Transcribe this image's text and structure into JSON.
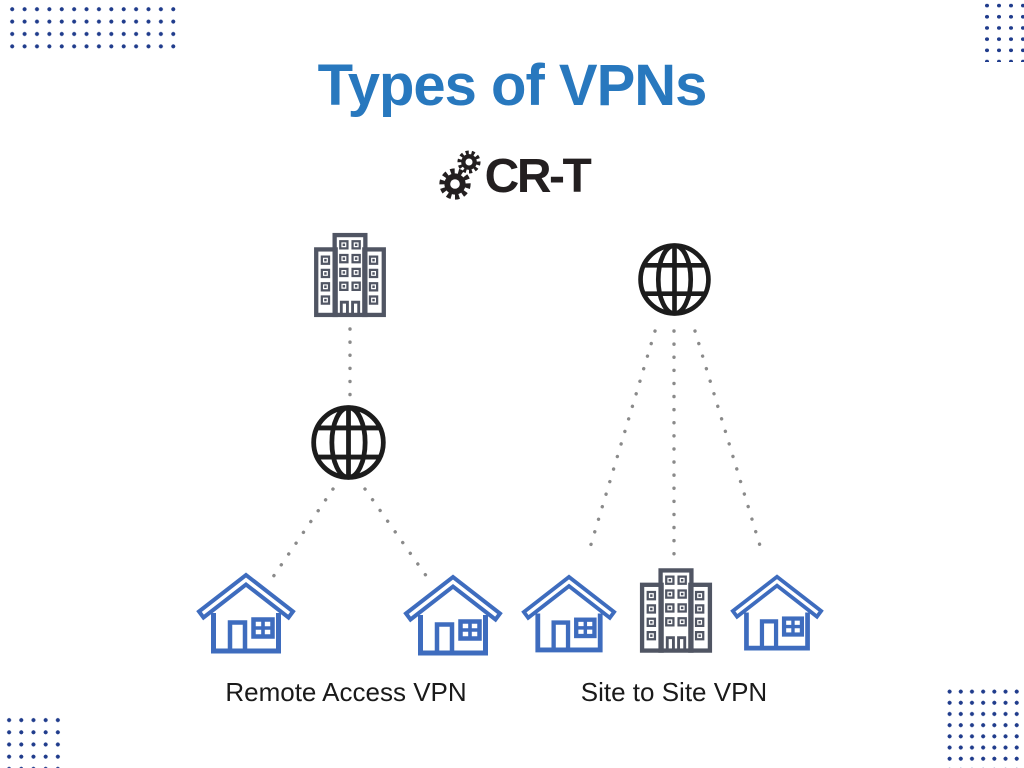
{
  "title": {
    "text": "Types of VPNs"
  },
  "logo": {
    "text": "CR-T",
    "icon": "double-gear-icon"
  },
  "groups": [
    {
      "label": "Remote Access VPN",
      "nodes": [
        "office-building",
        "globe",
        "house",
        "house"
      ],
      "connections": [
        "office-building to globe",
        "globe to left house",
        "globe to right house"
      ]
    },
    {
      "label": "Site to Site VPN",
      "nodes": [
        "globe",
        "house",
        "office-building",
        "house"
      ],
      "connections": [
        "globe to left house",
        "globe to office-building",
        "globe to right house"
      ]
    }
  ],
  "colors": {
    "background": "#ffffff",
    "title_blue": "#2878be",
    "logo_black": "#231f20",
    "house_blue": "#3e6cbe",
    "building_gray": "#505563",
    "globe_black": "#1c1c1c",
    "connector_dot_gray": "#8a8a8a",
    "corner_dot_navy": "#203c8c"
  },
  "decorations": {
    "corner_dot_grids": [
      "top-left",
      "top-right",
      "bottom-left",
      "bottom-right"
    ]
  }
}
